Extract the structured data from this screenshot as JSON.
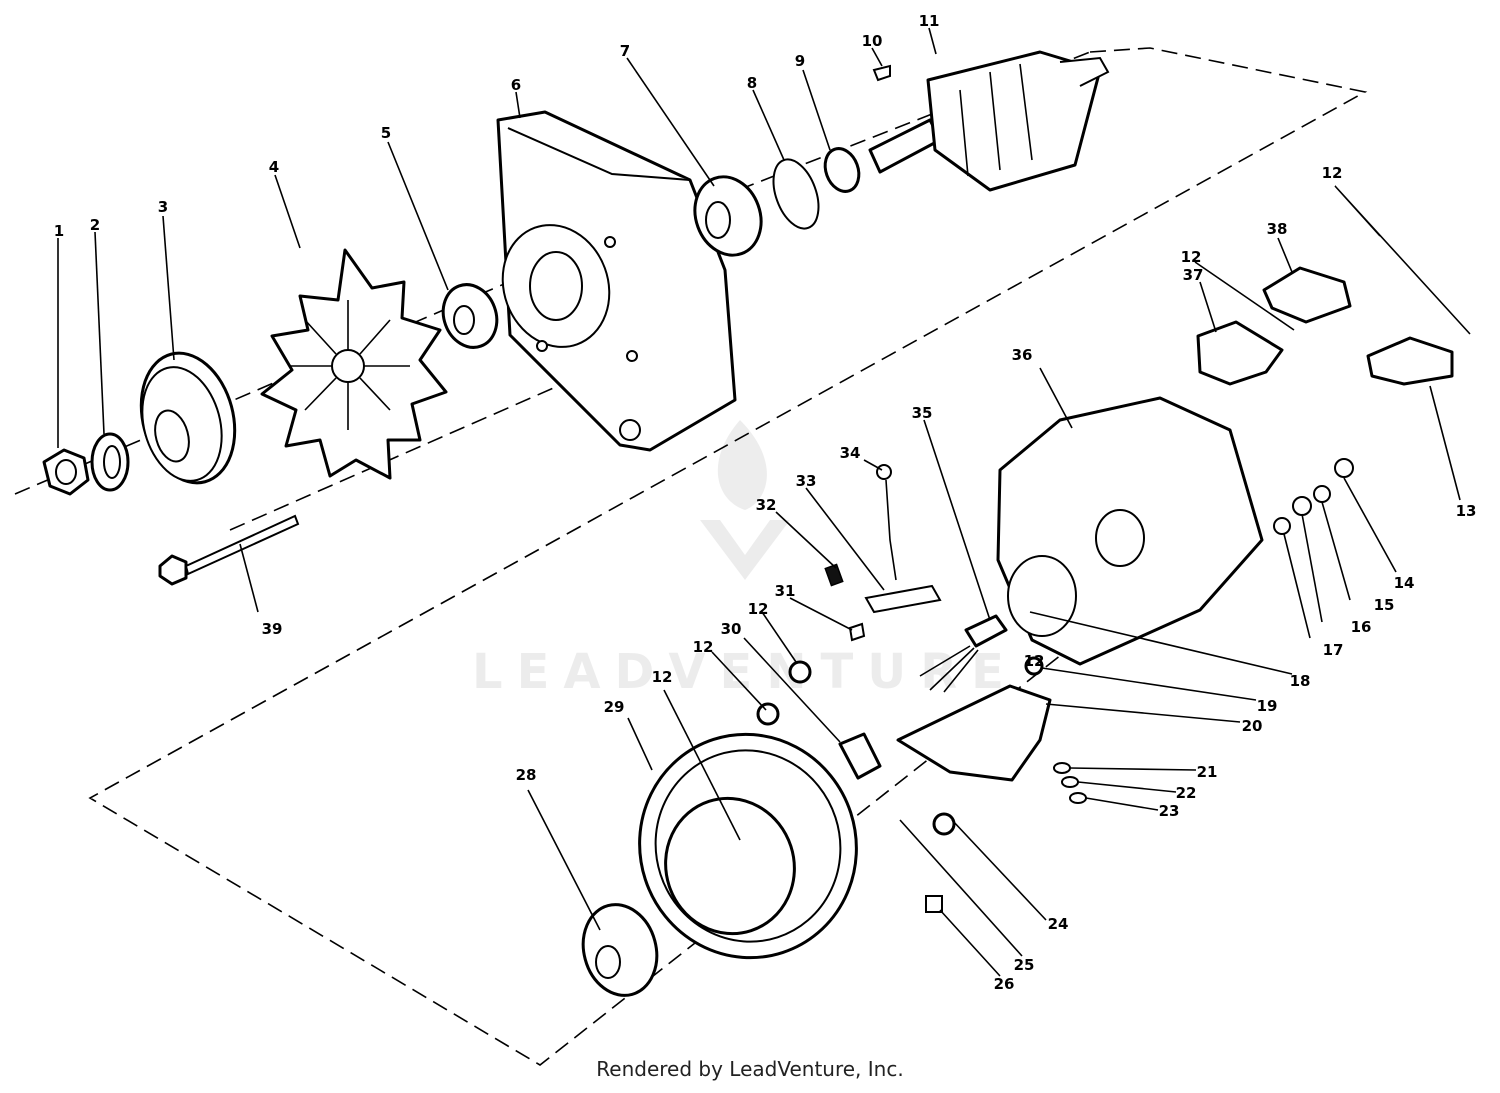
{
  "watermark": "LEADVENTURE",
  "footer": "Rendered by LeadVenture, Inc.",
  "labels": [
    "1",
    "2",
    "3",
    "4",
    "5",
    "6",
    "7",
    "8",
    "9",
    "10",
    "11",
    "12",
    "12",
    "12",
    "12",
    "12",
    "12",
    "13",
    "14",
    "15",
    "16",
    "17",
    "18",
    "19",
    "20",
    "21",
    "22",
    "23",
    "24",
    "25",
    "26",
    "28",
    "29",
    "30",
    "31",
    "32",
    "33",
    "34",
    "35",
    "36",
    "37",
    "38",
    "39"
  ]
}
